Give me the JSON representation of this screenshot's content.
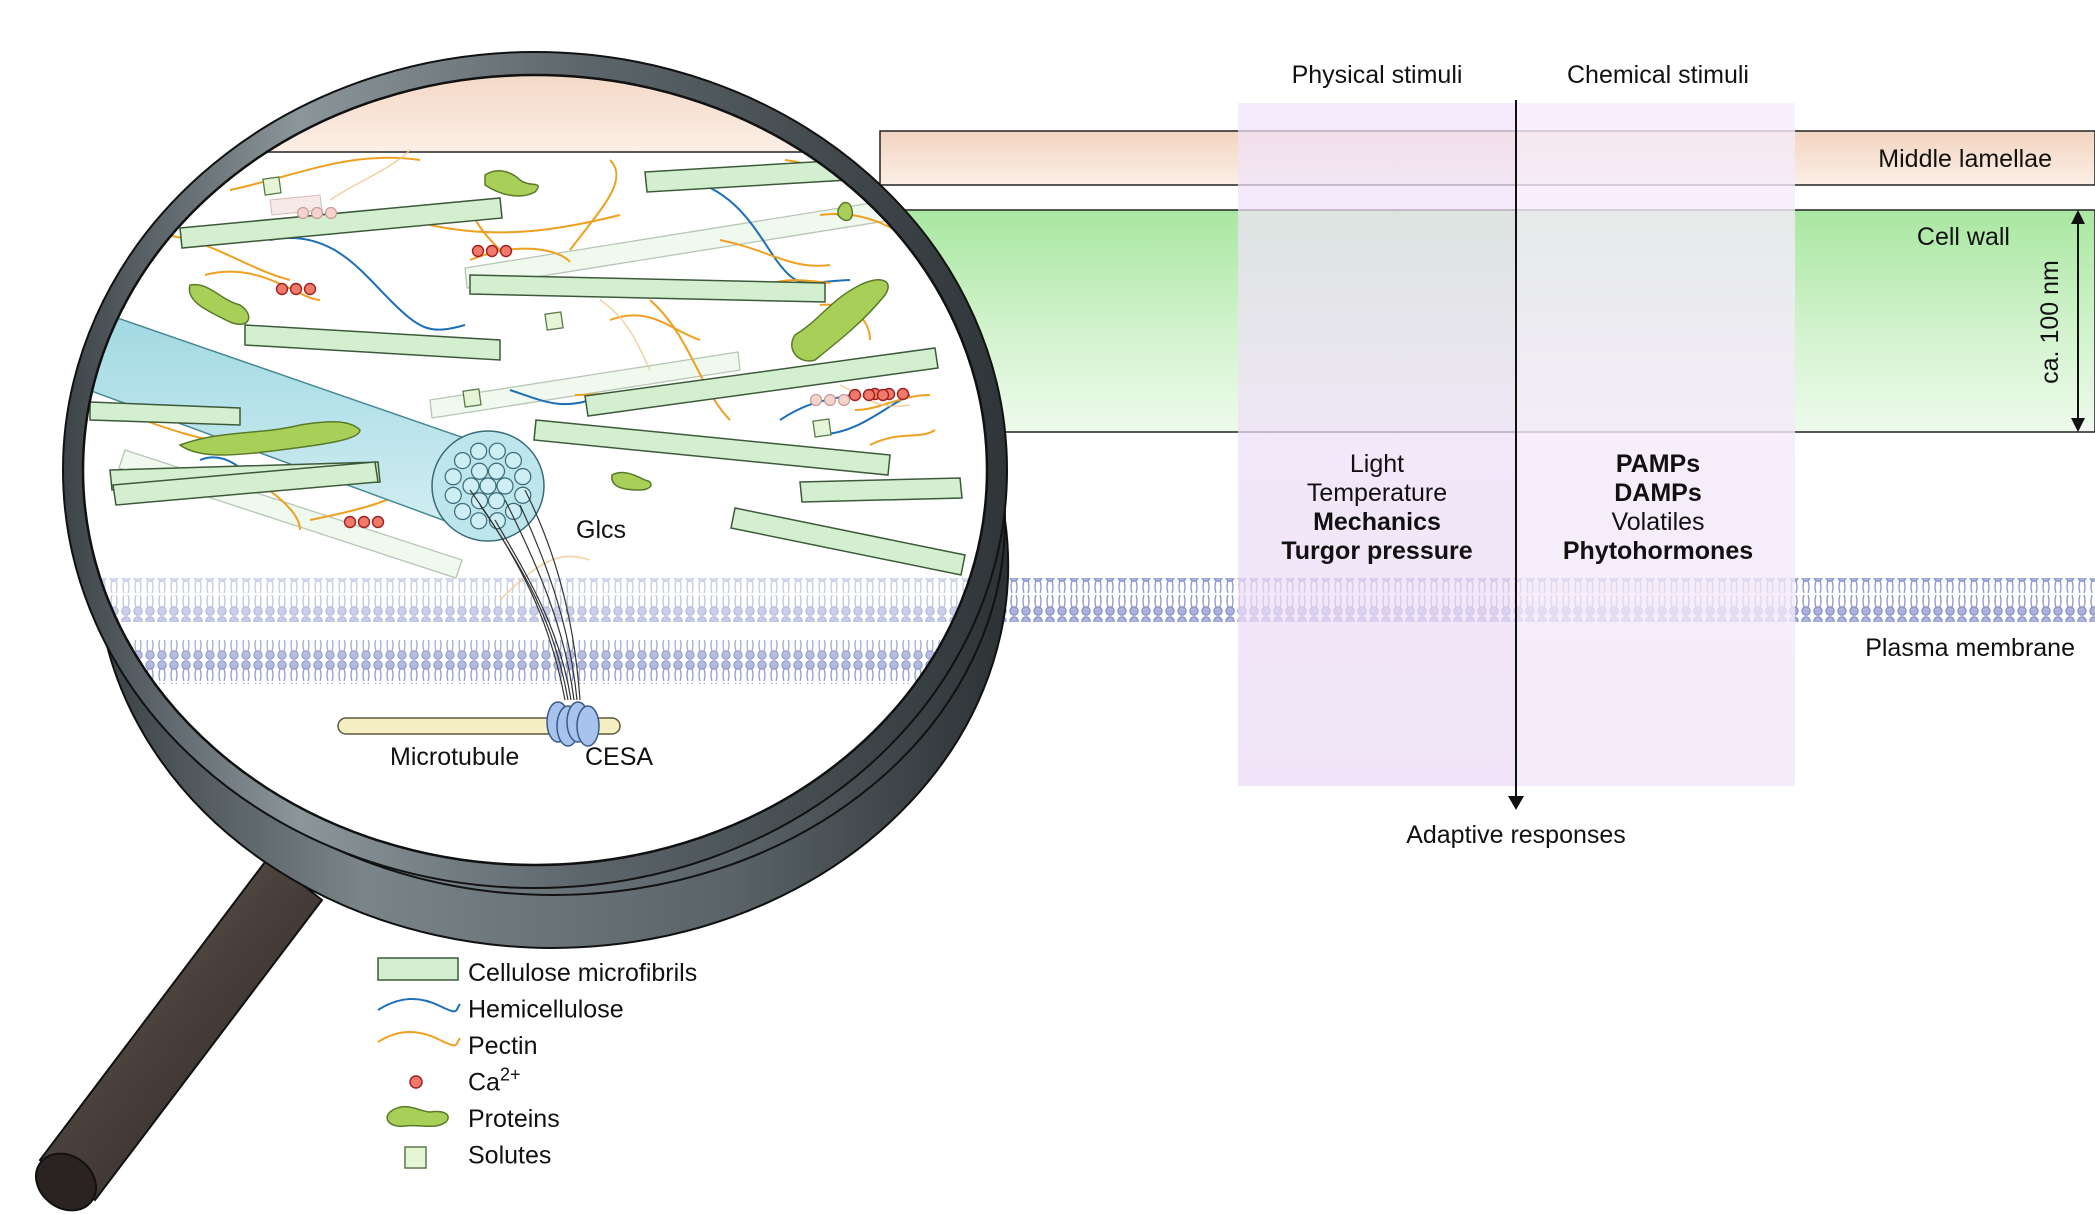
{
  "headers": {
    "physical": "Physical stimuli",
    "chemical": "Chemical stimuli"
  },
  "layers": {
    "middle_lamellae": "Middle lamellae",
    "cell_wall": "Cell wall",
    "plasma_membrane": "Plasma membrane",
    "thickness": "ca. 100 nm"
  },
  "physical_stimuli": [
    {
      "text": "Light",
      "bold": false
    },
    {
      "text": "Temperature",
      "bold": false
    },
    {
      "text": "Mechanics",
      "bold": true
    },
    {
      "text": "Turgor pressure",
      "bold": true
    }
  ],
  "chemical_stimuli": [
    {
      "text": "PAMPs",
      "bold": true
    },
    {
      "text": "DAMPs",
      "bold": true
    },
    {
      "text": "Volatiles",
      "bold": false
    },
    {
      "text": "Phytohormones",
      "bold": true
    }
  ],
  "axis_label": "Adaptive responses",
  "lens_labels": {
    "glcs": "Glcs",
    "microtubule": "Microtubule",
    "cesa": "CESA"
  },
  "legend": [
    {
      "key": "cellulose",
      "label": "Cellulose microfibrils"
    },
    {
      "key": "hemicellulose",
      "label": "Hemicellulose"
    },
    {
      "key": "pectin",
      "label": "Pectin"
    },
    {
      "key": "ca",
      "label": "Ca",
      "sup": "2+"
    },
    {
      "key": "proteins",
      "label": "Proteins"
    },
    {
      "key": "solutes",
      "label": "Solutes"
    }
  ],
  "colors": {
    "cellulose_fill": "#d4efcf",
    "cellulose_stroke": "#3c5a3a",
    "hemicellulose": "#1d6fb8",
    "pectin": "#f0a020",
    "ca_fill": "#f07a6a",
    "ca_stroke": "#a02020",
    "protein_fill": "#a8cf58",
    "protein_stroke": "#5a7a2a",
    "solute_fill": "#e6f5d6",
    "lamella": "#f7e2d4",
    "cell_wall": "#c6efc0",
    "stimuli_band": "#e6d4f2",
    "membrane": "#9aa4d4",
    "glc_tube": "#b2e2ea",
    "cesa": "#a8c4ee"
  }
}
